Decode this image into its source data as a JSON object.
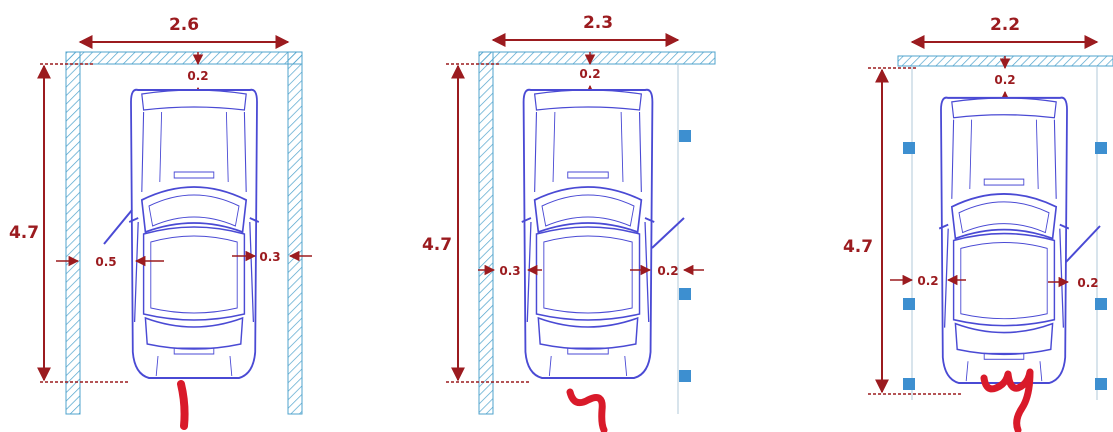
{
  "colors": {
    "dimension": "#9b1b1f",
    "wall": "#4fa3cc",
    "car": "#4a4ad4",
    "pillar": "#3d8fd0",
    "handwriting": "#d91a2a"
  },
  "icons": [
    "car-top-view-icon",
    "pillar-icon",
    "hatched-wall"
  ],
  "panels": [
    {
      "width": "2.6",
      "length": "4.7",
      "front_clearance": "0.2",
      "left_clearance": "0.5",
      "right_clearance": "0.3",
      "number": "١"
    },
    {
      "width": "2.3",
      "length": "4.7",
      "front_clearance": "0.2",
      "left_clearance": "0.3",
      "right_clearance": "0.2",
      "number": "٢"
    },
    {
      "width": "2.2",
      "length": "4.7",
      "front_clearance": "0.2",
      "left_clearance": "0.2",
      "right_clearance": "0.2",
      "number": "٣"
    }
  ]
}
